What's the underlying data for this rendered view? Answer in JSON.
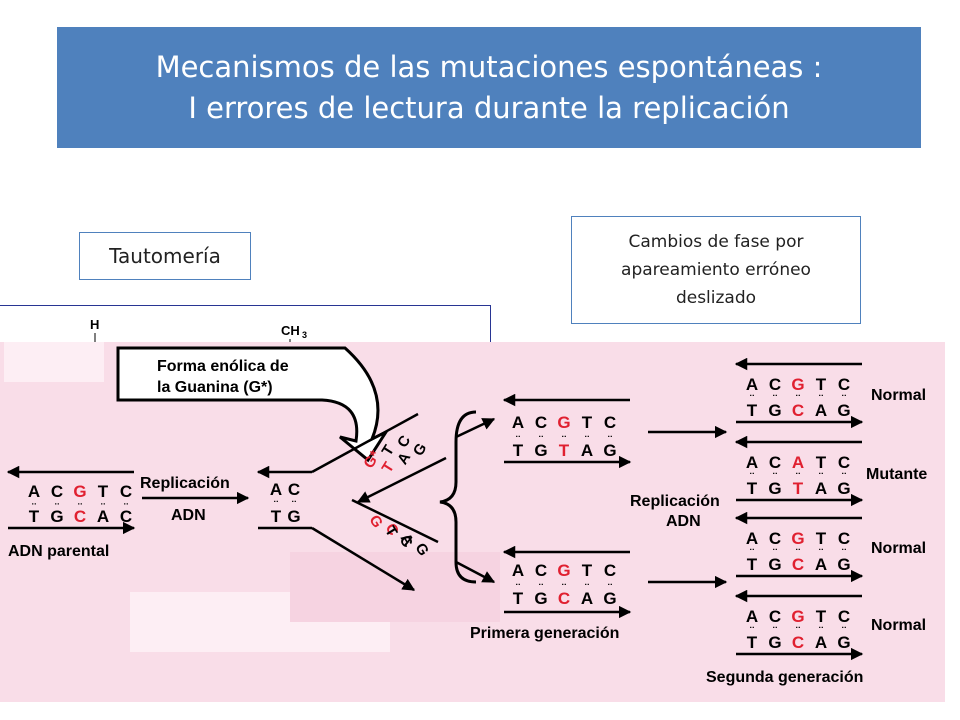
{
  "title": {
    "line1": "Mecanismos de las mutaciones espontáneas :",
    "line2": "I errores de lectura durante la replicación"
  },
  "labels": {
    "tautomeria": "Tautomería",
    "fase": [
      "Cambios de fase por",
      "apareamiento erróneo",
      "deslizado"
    ]
  },
  "chem": {
    "h": "H",
    "ch3": "CH",
    "ch3_sub": "3"
  },
  "diagram": {
    "enol_line1": "Forma enólica de",
    "enol_line2": "la Guanina (G*)",
    "replicacion": "Replicación",
    "adn": "ADN",
    "adn_parental": "ADN parental",
    "replicacion_adn_1": "Replicación",
    "replicacion_adn_2": "ADN",
    "primera": "Primera generación",
    "segunda": "Segunda generación",
    "normal": "Normal",
    "mutante": "Mutante",
    "parental_top": [
      "A",
      "C",
      "G",
      "T",
      "C"
    ],
    "parental_bottom": [
      "T",
      "G",
      "C",
      "A",
      "C"
    ],
    "split_top": [
      "A",
      "C"
    ],
    "split_bottom": [
      "T",
      "G"
    ],
    "upper_fork_a": [
      "G*",
      "T",
      "C"
    ],
    "upper_fork_b": [
      "T",
      "A",
      "G"
    ],
    "lower_fork_a": [
      "G",
      "T",
      "C"
    ],
    "lower_fork_b": [
      "C",
      "A",
      "G"
    ],
    "gen1_upper_top": [
      "A",
      "C",
      "G",
      "T",
      "C"
    ],
    "gen1_upper_bottom": [
      "T",
      "G",
      "T",
      "A",
      "G"
    ],
    "gen1_lower_top": [
      "A",
      "C",
      "G",
      "T",
      "C"
    ],
    "gen1_lower_bottom": [
      "T",
      "G",
      "C",
      "A",
      "G"
    ],
    "gen2_1_top": [
      "A",
      "C",
      "G",
      "T",
      "C"
    ],
    "gen2_1_bottom": [
      "T",
      "G",
      "C",
      "A",
      "G"
    ],
    "gen2_2_top": [
      "A",
      "C",
      "A",
      "T",
      "C"
    ],
    "gen2_2_bottom": [
      "T",
      "G",
      "T",
      "A",
      "G"
    ],
    "gen2_3_top": [
      "A",
      "C",
      "G",
      "T",
      "C"
    ],
    "gen2_3_bottom": [
      "T",
      "G",
      "C",
      "A",
      "G"
    ],
    "gen2_4_top": [
      "A",
      "C",
      "G",
      "T",
      "C"
    ],
    "gen2_4_bottom": [
      "T",
      "G",
      "C",
      "A",
      "G"
    ]
  },
  "colors": {
    "title_bg": "#4f81bd",
    "highlight": "#e02030",
    "strip": "#f9dde8"
  }
}
